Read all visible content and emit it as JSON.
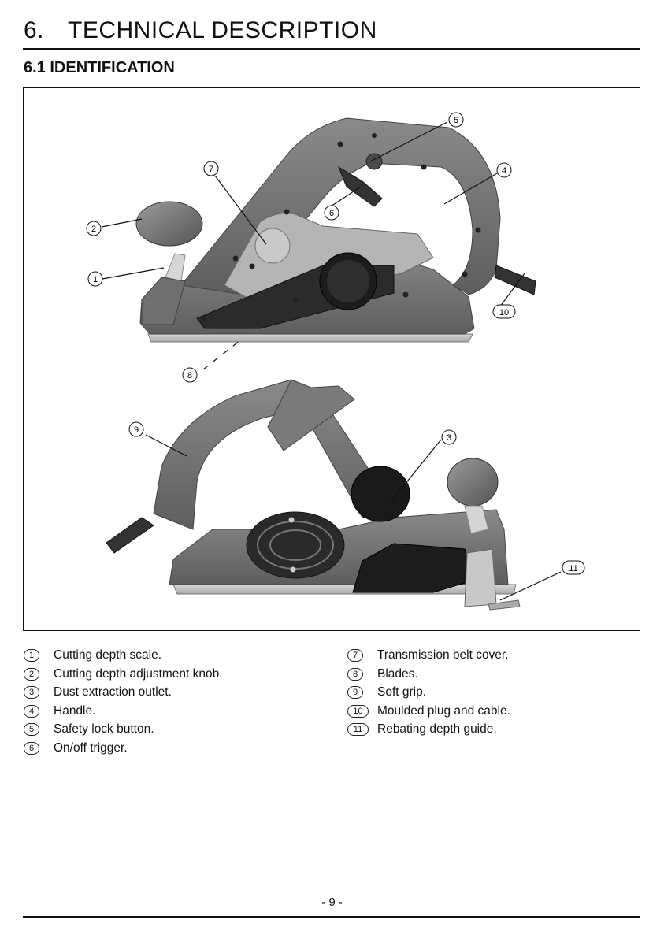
{
  "header": {
    "section_number": "6.",
    "section_title": "TECHNICAL DESCRIPTION",
    "subsection_title": "6.1 IDENTIFICATION"
  },
  "figure": {
    "callouts": [
      "1",
      "2",
      "3",
      "4",
      "5",
      "6",
      "7",
      "8",
      "9",
      "10",
      "11"
    ]
  },
  "legend": {
    "left": [
      {
        "num": "1",
        "text": "Cutting depth scale."
      },
      {
        "num": "2",
        "text": "Cutting depth adjustment knob."
      },
      {
        "num": "3",
        "text": "Dust extraction outlet."
      },
      {
        "num": "4",
        "text": "Handle."
      },
      {
        "num": "5",
        "text": "Safety lock button."
      },
      {
        "num": "6",
        "text": "On/off trigger."
      }
    ],
    "right": [
      {
        "num": "7",
        "text": "Transmission belt cover."
      },
      {
        "num": "8",
        "text": "Blades."
      },
      {
        "num": "9",
        "text": "Soft grip."
      },
      {
        "num": "10",
        "text": "Moulded plug and cable."
      },
      {
        "num": "11",
        "text": "Rebating depth guide."
      }
    ]
  },
  "footer": {
    "page_number": "- 9 -"
  }
}
